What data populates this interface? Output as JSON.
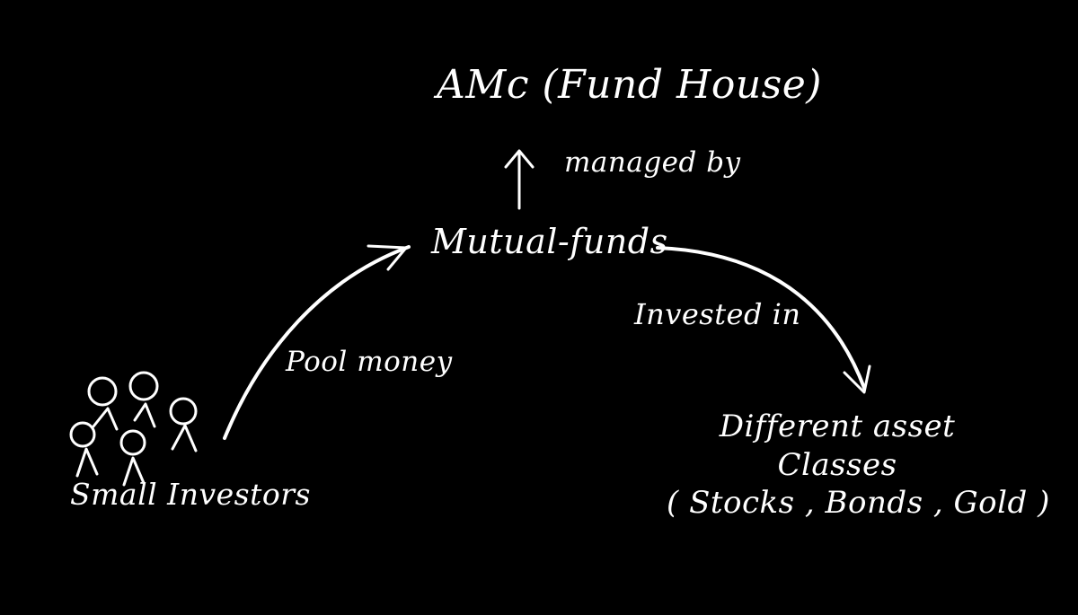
{
  "diagram": {
    "title": "AMc (Fund House)",
    "managed_label": "managed by",
    "center_node": "Mutual-funds",
    "invested_label": "Invested in",
    "pool_label": "Pool money",
    "source_node": "Small Investors",
    "target_node": {
      "line1": "Different asset",
      "line2": "Classes",
      "line3": "( Stocks , Bonds , Gold )"
    }
  },
  "colors": {
    "background": "#000000",
    "ink": "#ffffff"
  },
  "icons": [
    "up-arrow-icon",
    "curved-arrow-icon",
    "stick-figure-icon"
  ]
}
